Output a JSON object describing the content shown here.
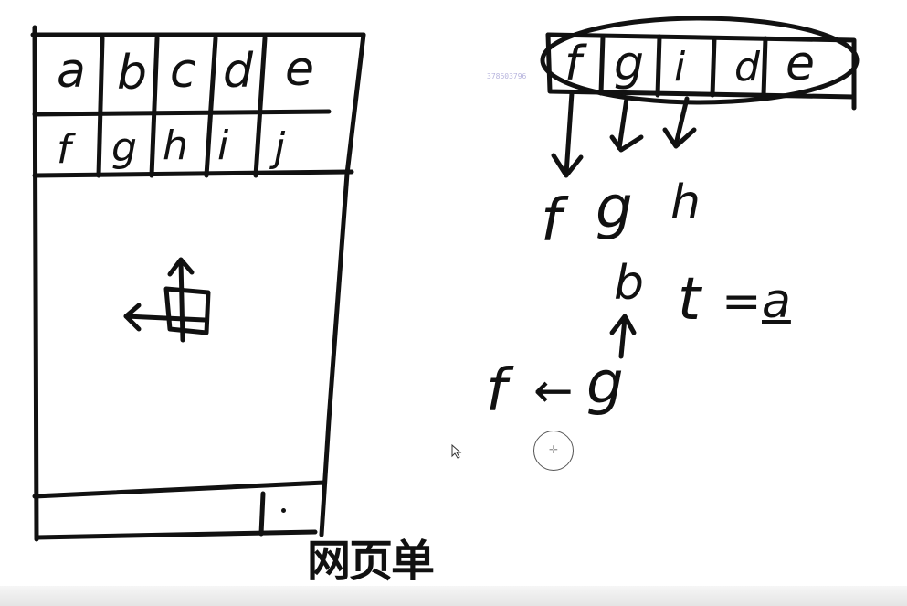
{
  "grid": {
    "row1": [
      "a",
      "b",
      "c",
      "d",
      "e"
    ],
    "row2": [
      "f",
      "g",
      "h",
      "i",
      "j"
    ]
  },
  "watermark": "378603796",
  "top_strip": [
    "f",
    "g",
    "i",
    "d",
    "e"
  ],
  "result_row": [
    "f",
    "g",
    "h"
  ],
  "swap_label": "b",
  "assign": {
    "var": "t",
    "eq": "=",
    "val": "a"
  },
  "move_expr": {
    "left": "f",
    "arrow": "←",
    "right": "g"
  },
  "caption": "网页单",
  "icons": [
    "move-cross-icon",
    "pointer-cursor-icon",
    "crosshair-cursor-icon"
  ]
}
